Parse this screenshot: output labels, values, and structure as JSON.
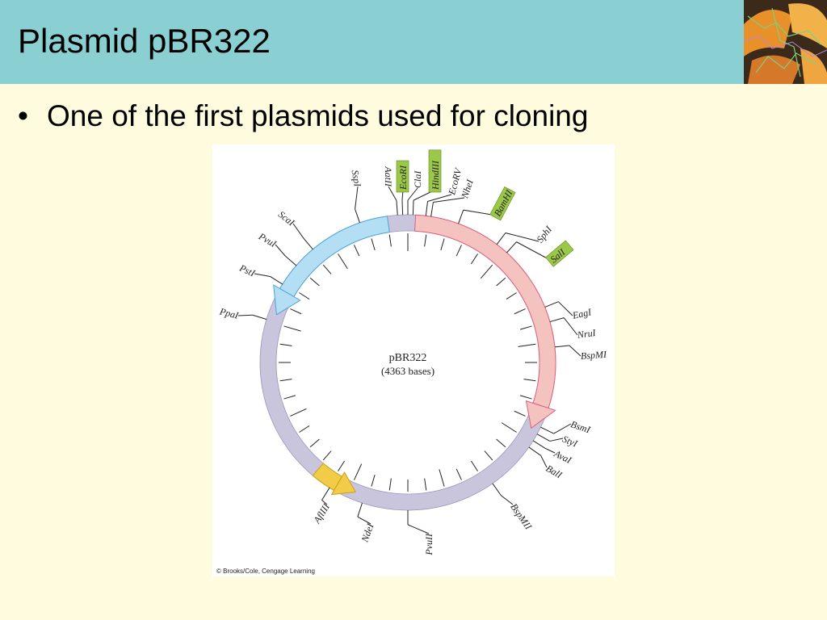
{
  "slide": {
    "title": "Plasmid pBR322",
    "bullets": [
      "One of the first plasmids used for cloning"
    ]
  },
  "plasmid_map": {
    "name": "pBR322",
    "size_label": "(4363 bases)",
    "sites": [
      {
        "name": "EcoRI",
        "highlight": true
      },
      {
        "name": "ClaI",
        "highlight": false
      },
      {
        "name": "HindIII",
        "highlight": true
      },
      {
        "name": "EcoRV",
        "highlight": false
      },
      {
        "name": "NheI",
        "highlight": false
      },
      {
        "name": "BamHI",
        "highlight": true
      },
      {
        "name": "SphI",
        "highlight": false
      },
      {
        "name": "SalI",
        "highlight": true
      },
      {
        "name": "EagI",
        "highlight": false
      },
      {
        "name": "NruI",
        "highlight": false
      },
      {
        "name": "BspMI",
        "highlight": false
      },
      {
        "name": "BsmI",
        "highlight": false
      },
      {
        "name": "StyI",
        "highlight": false
      },
      {
        "name": "AvaI",
        "highlight": false
      },
      {
        "name": "BalI",
        "highlight": false
      },
      {
        "name": "BspMII",
        "highlight": false
      },
      {
        "name": "PvuII",
        "highlight": false
      },
      {
        "name": "NdeI",
        "highlight": false
      },
      {
        "name": "AflIII",
        "highlight": false
      },
      {
        "name": "PpaI",
        "highlight": false
      },
      {
        "name": "PstI",
        "highlight": false
      },
      {
        "name": "PvuI",
        "highlight": false
      },
      {
        "name": "ScaI",
        "highlight": false
      },
      {
        "name": "SspI",
        "highlight": false
      },
      {
        "name": "AatII",
        "highlight": false
      }
    ],
    "credit": "© Brooks/Cole, Cengage Learning"
  },
  "colors": {
    "title_bar": "#8acfd2",
    "slide_background": "#fefbde",
    "tet_arc": "#f4c3c0",
    "amp_arc": "#b4def3",
    "backbone": "#c9c5dd",
    "ori_arrow": "#f2cc47",
    "highlight_box": "#9cc84a"
  }
}
